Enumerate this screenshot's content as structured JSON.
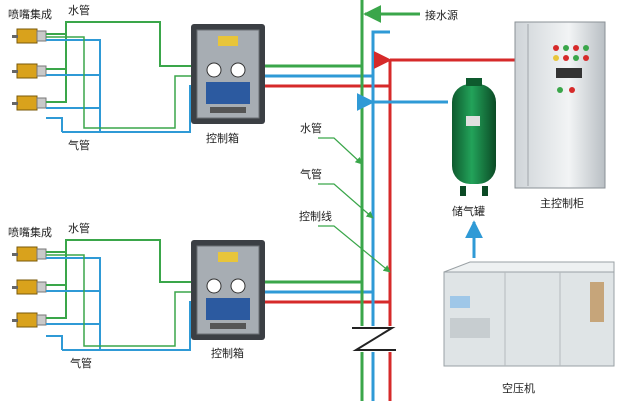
{
  "labels": {
    "nozzle_group": "喷嘴集成",
    "water_pipe": "水管",
    "air_pipe": "气管",
    "control_box": "控制箱",
    "water_source": "接水源",
    "control_line": "控制线",
    "air_tank": "储气罐",
    "main_cabinet": "主控制柜",
    "compressor": "空压机"
  },
  "colors": {
    "water": "#3aa64a",
    "air": "#2f9ad6",
    "control": "#d62a2a"
  }
}
